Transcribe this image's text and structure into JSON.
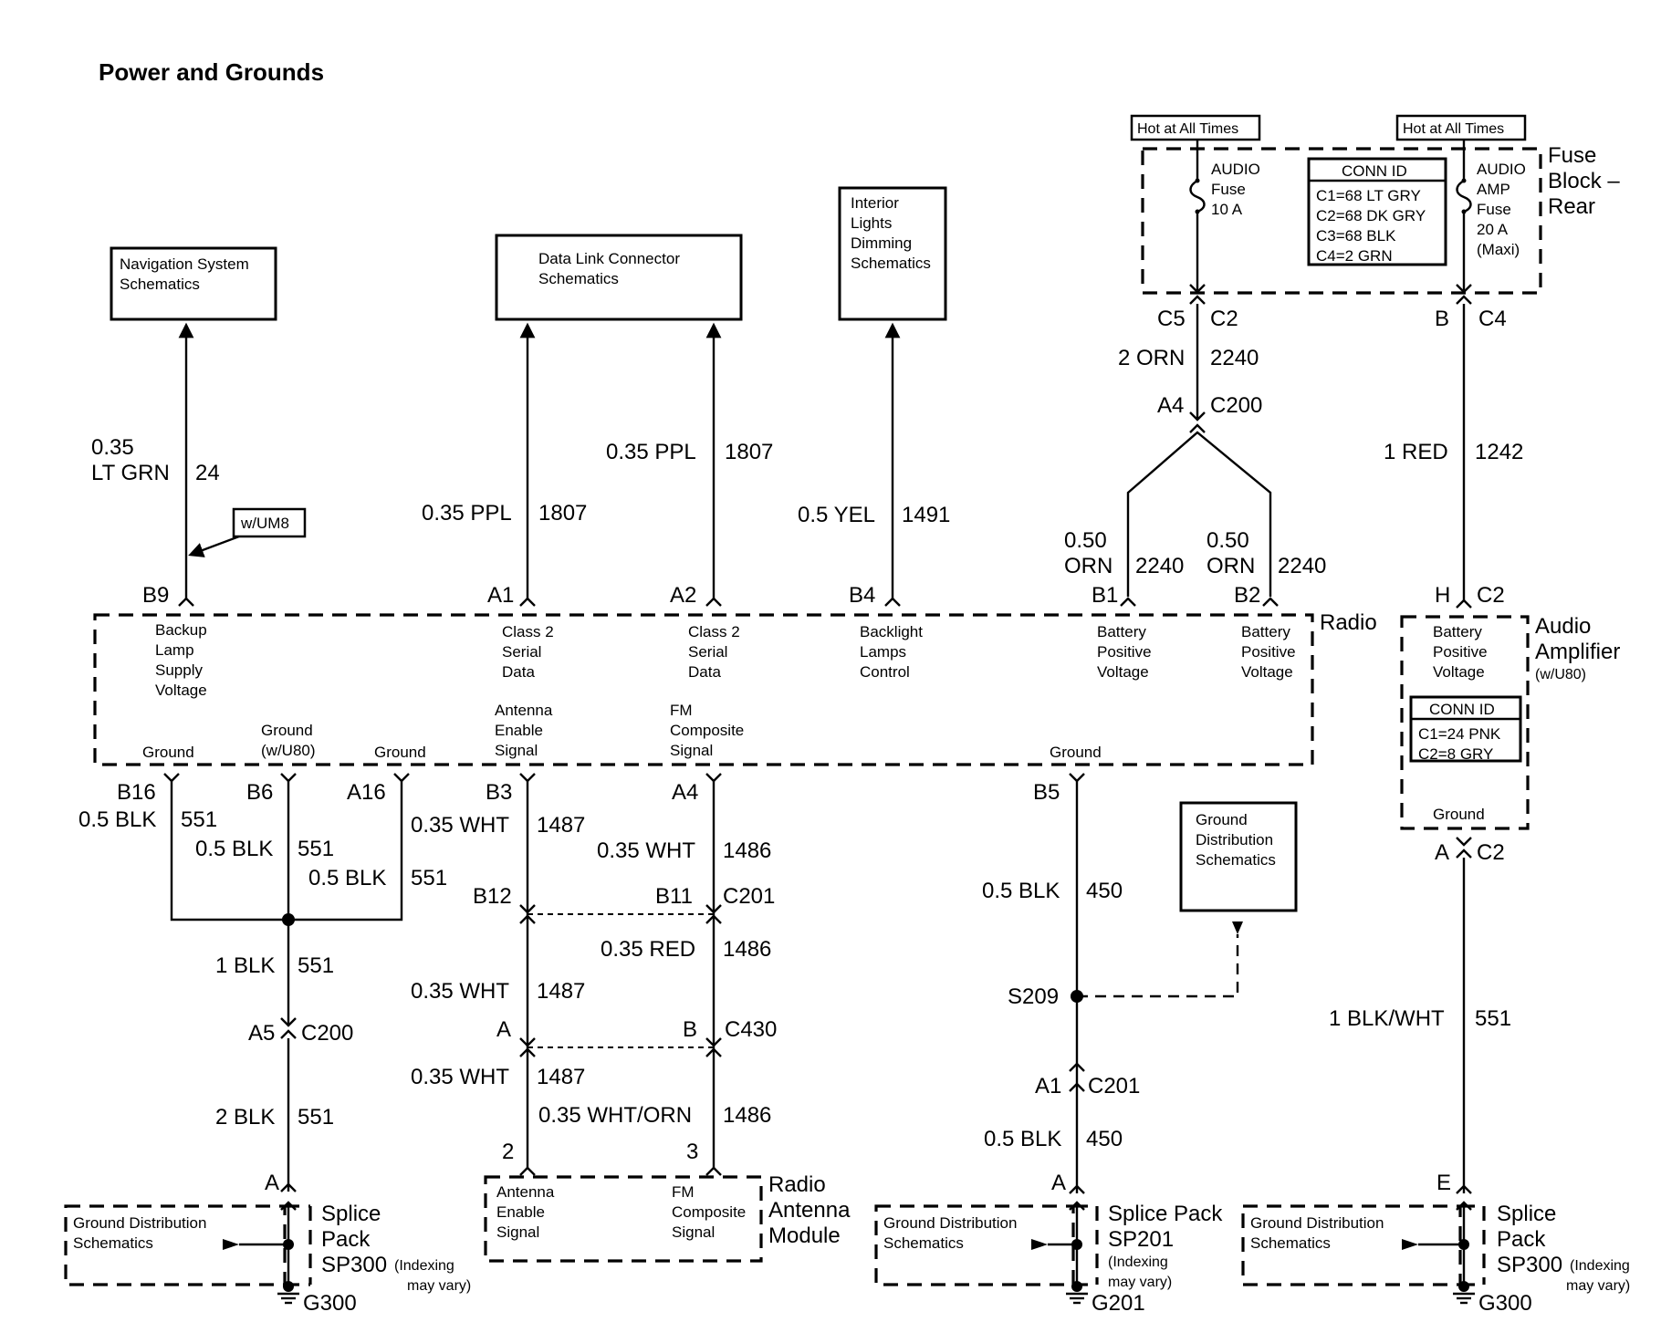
{
  "title": "Power and Grounds",
  "hot_label": "Hot at All Times",
  "fuse_block": {
    "name": [
      "Fuse",
      "Block –",
      "Rear"
    ],
    "audio_fuse": [
      "AUDIO",
      "Fuse",
      "10 A"
    ],
    "amp_fuse": [
      "AUDIO",
      "AMP",
      "Fuse",
      "20 A",
      "(Maxi)"
    ],
    "conn_title": "CONN ID",
    "conn": [
      "C1=68 LT GRY",
      "C2=68 DK GRY",
      "C3=68 BLK",
      "C4=2 GRN"
    ]
  },
  "refs": {
    "nav": [
      "Navigation System",
      "Schematics"
    ],
    "dlc": [
      "Data Link Connector",
      "Schematics"
    ],
    "interior": [
      "Interior",
      "Lights",
      "Dimming",
      "Schematics"
    ],
    "ground_dist": [
      "Ground",
      "Distribution",
      "Schematics"
    ],
    "gd_inline": [
      "Ground Distribution",
      "Schematics"
    ]
  },
  "option_um8": "w/UM8",
  "radio": {
    "name": "Radio",
    "pins_top": [
      "B9",
      "A1",
      "A2",
      "B4",
      "B1",
      "B2"
    ],
    "backup": [
      "Backup",
      "Lamp",
      "Supply",
      "Voltage"
    ],
    "class2": [
      "Class 2",
      "Serial",
      "Data"
    ],
    "backlight": [
      "Backlight",
      "Lamps",
      "Control"
    ],
    "battery": [
      "Battery",
      "Positive",
      "Voltage"
    ],
    "ground": "Ground",
    "ground_u80": [
      "Ground",
      "(w/U80)"
    ],
    "antenna_enable": [
      "Antenna",
      "Enable",
      "Signal"
    ],
    "fm_composite": [
      "FM",
      "Composite",
      "Signal"
    ],
    "pins_bottom": [
      "B16",
      "B6",
      "A16",
      "B3",
      "A4",
      "B5"
    ]
  },
  "amp": {
    "name": [
      "Audio",
      "Amplifier"
    ],
    "option": "(w/U80)",
    "pin_top": "H",
    "conn_top": "C2",
    "battery": [
      "Battery",
      "Positive",
      "Voltage"
    ],
    "conn_title": "CONN ID",
    "conn": [
      "C1=24 PNK",
      "C2=8 GRY"
    ],
    "ground": "Ground",
    "pin_bottom": "A",
    "conn_bottom": "C2"
  },
  "wires": {
    "w24": [
      "0.35",
      "LT GRN",
      "24"
    ],
    "w1807a": [
      "0.35 PPL",
      "1807"
    ],
    "w1807b": [
      "0.35 PPL",
      "1807"
    ],
    "w1491": [
      "0.5 YEL",
      "1491"
    ],
    "w2240top": [
      "2 ORN",
      "2240"
    ],
    "w2240a": [
      "0.50",
      "ORN",
      "2240"
    ],
    "w2240b": [
      "0.50",
      "ORN",
      "2240"
    ],
    "w1242": [
      "1 RED",
      "1242"
    ],
    "w551a": [
      "0.5 BLK",
      "551"
    ],
    "w551b": [
      "0.5 BLK",
      "551"
    ],
    "w551c": [
      "0.5 BLK",
      "551"
    ],
    "w551d": [
      "1 BLK",
      "551"
    ],
    "w551e": [
      "2 BLK",
      "551"
    ],
    "w1487a": [
      "0.35 WHT",
      "1487"
    ],
    "w1487b": [
      "0.35 WHT",
      "1487"
    ],
    "w1487c": [
      "0.35 WHT",
      "1487"
    ],
    "w1486a": [
      "0.35 WHT",
      "1486"
    ],
    "w1486b": [
      "0.35 RED",
      "1486"
    ],
    "w1486c": [
      "0.35 WHT/ORN",
      "1486"
    ],
    "w450a": [
      "0.5 BLK",
      "450"
    ],
    "w450b": [
      "0.5 BLK",
      "450"
    ],
    "w551amp": [
      "1 BLK/WHT",
      "551"
    ]
  },
  "connectors": {
    "c5": "C5",
    "c2": "C2",
    "a4": "A4",
    "c200": "C200",
    "b": "B",
    "c4": "C4",
    "a5": "A5",
    "c200b": "C200",
    "b12": "B12",
    "b11": "B11",
    "c201": "C201",
    "a": "A",
    "bb": "B",
    "c430": "C430",
    "a1": "A1",
    "c201b": "C201",
    "s209": "S209",
    "e": "E"
  },
  "antenna_module": {
    "name": [
      "Radio",
      "Antenna",
      "Module"
    ],
    "pin2": "2",
    "pin3": "3",
    "enable": [
      "Antenna",
      "Enable",
      "Signal"
    ],
    "fm": [
      "FM",
      "Composite",
      "Signal"
    ]
  },
  "splices": {
    "sp300_left": {
      "pin": "A",
      "name": [
        "Splice",
        "Pack",
        "SP300"
      ],
      "note": [
        "(Indexing",
        "may vary)"
      ],
      "ground": "G300"
    },
    "sp201": {
      "pin": "A",
      "name": [
        "Splice Pack",
        "SP201"
      ],
      "note": [
        "(Indexing",
        "may vary)"
      ],
      "ground": "G201"
    },
    "sp300_right": {
      "pin": "E",
      "name": [
        "Splice",
        "Pack",
        "SP300"
      ],
      "note": [
        "(Indexing",
        "may vary)"
      ],
      "ground": "G300"
    }
  }
}
